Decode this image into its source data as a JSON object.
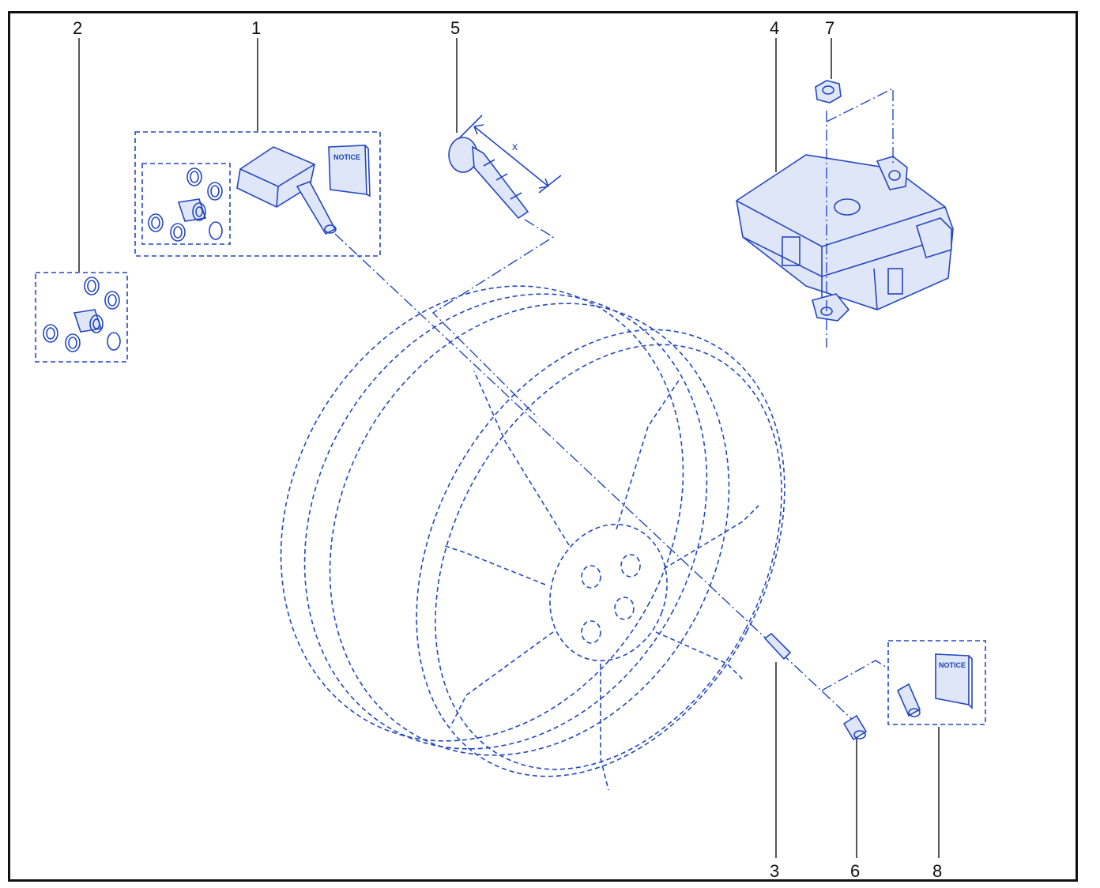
{
  "diagram": {
    "callouts": [
      {
        "id": "c1",
        "label": "1"
      },
      {
        "id": "c2",
        "label": "2"
      },
      {
        "id": "c3",
        "label": "3"
      },
      {
        "id": "c4",
        "label": "4"
      },
      {
        "id": "c5",
        "label": "5"
      },
      {
        "id": "c6",
        "label": "6"
      },
      {
        "id": "c7",
        "label": "7"
      },
      {
        "id": "c8",
        "label": "8"
      }
    ],
    "notice_label": "NOTICE",
    "dimension_label": "x",
    "colors": {
      "line": "#2447c0",
      "part_fill": "#dfe6f8",
      "callout": "#111111"
    }
  }
}
